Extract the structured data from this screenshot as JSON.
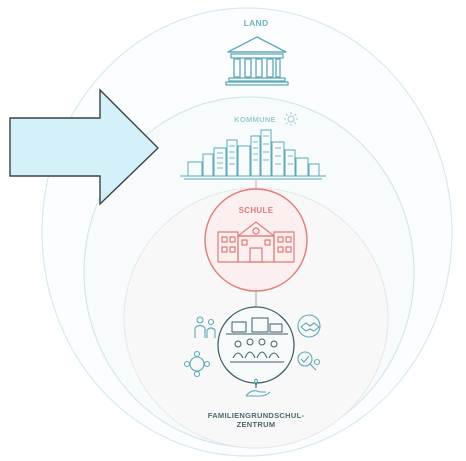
{
  "labels": {
    "land": "LAND",
    "kommune": "KOMMUNE",
    "schule": "SCHULE",
    "zentrum_line1": "FAMILIENGRUNDSCHUL-",
    "zentrum_line2": "ZENTRUM"
  },
  "colors": {
    "ring_outer": "#cfe6ec",
    "ring_fill": "#f6fafb",
    "icon_teal": "#5ea9b8",
    "label_teal": "#6fb3c2",
    "schule_red": "#e07b7b",
    "schule_fill": "#fcefef",
    "arrow_fill": "#d4f0f8",
    "arrow_stroke": "#3a4247",
    "zentrum_text": "#4d6970"
  },
  "icons": [
    "arrow-icon",
    "government-building-icon",
    "sun-icon",
    "city-skyline-icon",
    "school-building-icon",
    "family-icon",
    "handshake-icon",
    "network-people-icon",
    "search-check-icon",
    "hand-heart-icon",
    "community-icon"
  ]
}
